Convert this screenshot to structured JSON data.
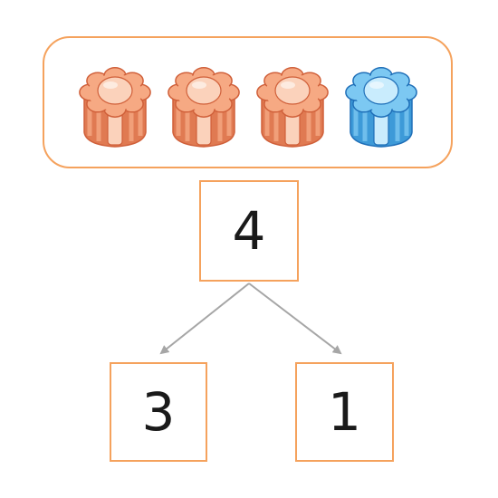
{
  "tray": {
    "counters": [
      {
        "color": "orange",
        "fill": "#f6a983",
        "light": "#fbd2bb",
        "dark": "#e07a52",
        "stroke": "#d0603a"
      },
      {
        "color": "orange",
        "fill": "#f6a983",
        "light": "#fbd2bb",
        "dark": "#e07a52",
        "stroke": "#d0603a"
      },
      {
        "color": "orange",
        "fill": "#f6a983",
        "light": "#fbd2bb",
        "dark": "#e07a52",
        "stroke": "#d0603a"
      },
      {
        "color": "blue",
        "fill": "#7cc8f2",
        "light": "#c9ecfd",
        "dark": "#3d9ad8",
        "stroke": "#1f6fb8"
      }
    ]
  },
  "number_bond": {
    "whole": "4",
    "part_left": "3",
    "part_right": "1"
  },
  "colors": {
    "box_border": "#f5a25d",
    "arrow": "#a6a6a6",
    "digit": "#1a1a1a"
  }
}
